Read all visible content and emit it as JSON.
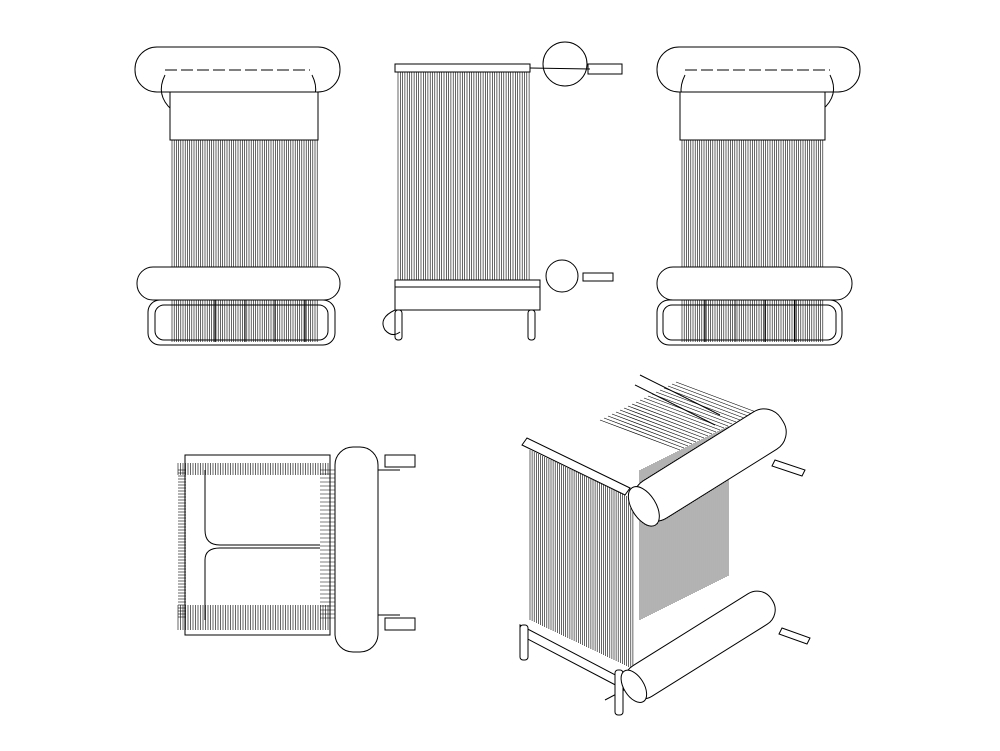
{
  "colors": {
    "line": "#000000",
    "background": "#ffffff"
  },
  "views": [
    {
      "id": "front-view"
    },
    {
      "id": "side-view"
    },
    {
      "id": "rear-view"
    },
    {
      "id": "plan-view"
    },
    {
      "id": "isometric-view"
    }
  ]
}
